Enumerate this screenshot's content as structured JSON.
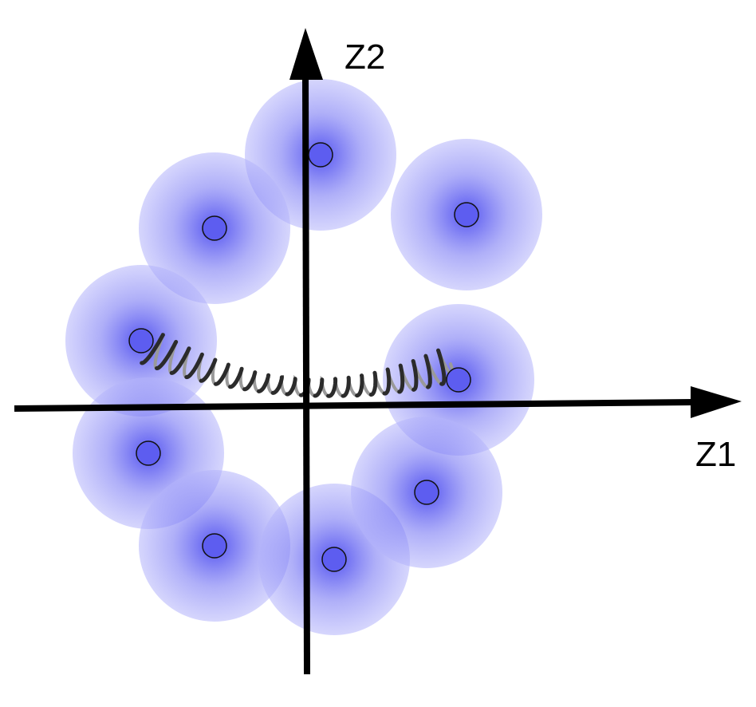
{
  "axes": {
    "x_label": "Z1",
    "y_label": "Z2",
    "color": "#000000"
  },
  "colors": {
    "blob_center": "#3f3fee",
    "blob_edge": "#b4b4fb",
    "point_fill": "#5d5df0",
    "point_stroke": "#111111",
    "spring_dark": "#2b2b2b",
    "spring_light": "#9a9a9a"
  },
  "points": [
    {
      "name": "top"
    },
    {
      "name": "upper-right"
    },
    {
      "name": "upper-left"
    },
    {
      "name": "left"
    },
    {
      "name": "right"
    },
    {
      "name": "lower-left"
    },
    {
      "name": "bottom-left"
    },
    {
      "name": "bottom"
    },
    {
      "name": "lower-right"
    }
  ],
  "spring": {
    "connects": [
      "left",
      "right"
    ]
  }
}
